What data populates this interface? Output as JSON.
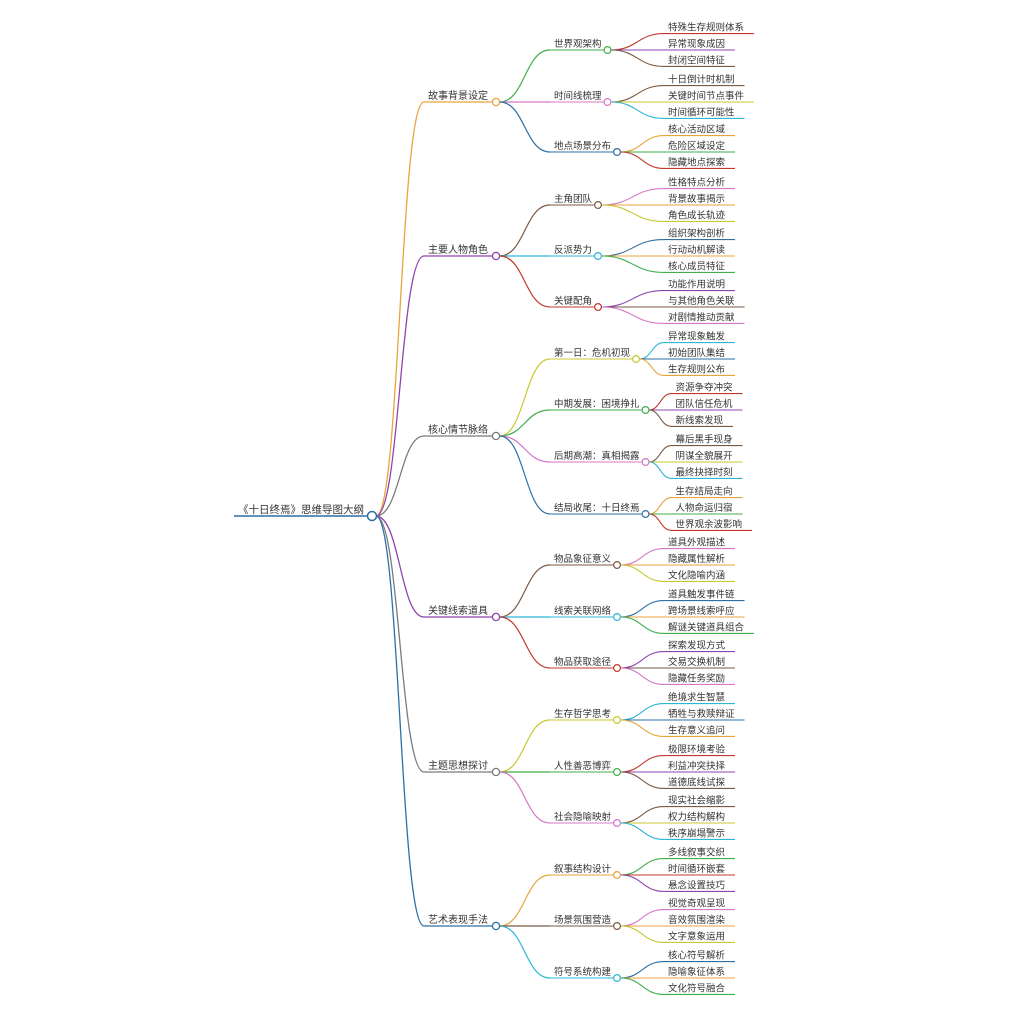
{
  "root": {
    "label": "《十日终焉》思维导图大纲",
    "color": "#2e6fa3"
  },
  "branches": [
    {
      "label": "故事背景设定",
      "color": "#e8a33d",
      "children": [
        {
          "label": "世界观架构",
          "color": "#3fae49",
          "children": [
            {
              "label": "特殊生存规则体系",
              "color": "#c0392b"
            },
            {
              "label": "异常现象成因",
              "color": "#8e44ad"
            },
            {
              "label": "封闭空间特征",
              "color": "#7b5a44"
            }
          ]
        },
        {
          "label": "时间线梳理",
          "color": "#d478c6",
          "children": [
            {
              "label": "十日倒计时机制",
              "color": "#7b5a44"
            },
            {
              "label": "关键时间节点事件",
              "color": "#c8c832"
            },
            {
              "label": "时间循环可能性",
              "color": "#2bb5d6"
            }
          ]
        },
        {
          "label": "地点场景分布",
          "color": "#2e6fa3",
          "children": [
            {
              "label": "核心活动区域",
              "color": "#e8a33d"
            },
            {
              "label": "危险区域设定",
              "color": "#3fae49"
            },
            {
              "label": "隐藏地点探索",
              "color": "#c0392b"
            }
          ]
        }
      ]
    },
    {
      "label": "主要人物角色",
      "color": "#8e44ad",
      "children": [
        {
          "label": "主角团队",
          "color": "#7b5a44",
          "children": [
            {
              "label": "性格特点分析",
              "color": "#d478c6"
            },
            {
              "label": "背景故事揭示",
              "color": "#e8a33d"
            },
            {
              "label": "角色成长轨迹",
              "color": "#c8c832"
            }
          ]
        },
        {
          "label": "反派势力",
          "color": "#2bb5d6",
          "children": [
            {
              "label": "组织架构剖析",
              "color": "#2e6fa3"
            },
            {
              "label": "行动动机解读",
              "color": "#e8a33d"
            },
            {
              "label": "核心成员特征",
              "color": "#3fae49"
            }
          ]
        },
        {
          "label": "关键配角",
          "color": "#c0392b",
          "children": [
            {
              "label": "功能作用说明",
              "color": "#8e44ad"
            },
            {
              "label": "与其他角色关联",
              "color": "#7b5a44"
            },
            {
              "label": "对剧情推动贡献",
              "color": "#d478c6"
            }
          ]
        }
      ]
    },
    {
      "label": "核心情节脉络",
      "color": "#7a7a7a",
      "children": [
        {
          "label": "第一日：危机初现",
          "color": "#c8c832",
          "children": [
            {
              "label": "异常现象触发",
              "color": "#2bb5d6"
            },
            {
              "label": "初始团队集结",
              "color": "#2e6fa3"
            },
            {
              "label": "生存规则公布",
              "color": "#e8a33d"
            }
          ]
        },
        {
          "label": "中期发展：困境挣扎",
          "color": "#3fae49",
          "children": [
            {
              "label": "资源争夺冲突",
              "color": "#c0392b"
            },
            {
              "label": "团队信任危机",
              "color": "#8e44ad"
            },
            {
              "label": "新线索发现",
              "color": "#7b5a44"
            }
          ]
        },
        {
          "label": "后期高潮：真相揭露",
          "color": "#d478c6",
          "children": [
            {
              "label": "幕后黑手现身",
              "color": "#7b5a44"
            },
            {
              "label": "阴谋全貌展开",
              "color": "#c8c832"
            },
            {
              "label": "最终抉择时刻",
              "color": "#2bb5d6"
            }
          ]
        },
        {
          "label": "结局收尾：十日终焉",
          "color": "#2e6fa3",
          "children": [
            {
              "label": "生存结局走向",
              "color": "#e8a33d"
            },
            {
              "label": "人物命运归宿",
              "color": "#3fae49"
            },
            {
              "label": "世界观余波影响",
              "color": "#c0392b"
            }
          ]
        }
      ]
    },
    {
      "label": "关键线索道具",
      "color": "#8e44ad",
      "children": [
        {
          "label": "物品象征意义",
          "color": "#7b5a44",
          "children": [
            {
              "label": "道具外观描述",
              "color": "#d478c6"
            },
            {
              "label": "隐藏属性解析",
              "color": "#e8a33d"
            },
            {
              "label": "文化隐喻内涵",
              "color": "#c8c832"
            }
          ]
        },
        {
          "label": "线索关联网络",
          "color": "#2bb5d6",
          "children": [
            {
              "label": "道具触发事件链",
              "color": "#2e6fa3"
            },
            {
              "label": "跨场景线索呼应",
              "color": "#e8a33d"
            },
            {
              "label": "解谜关键道具组合",
              "color": "#3fae49"
            }
          ]
        },
        {
          "label": "物品获取途径",
          "color": "#c0392b",
          "children": [
            {
              "label": "探索发现方式",
              "color": "#8e44ad"
            },
            {
              "label": "交易交换机制",
              "color": "#7b5a44"
            },
            {
              "label": "隐藏任务奖励",
              "color": "#d478c6"
            }
          ]
        }
      ]
    },
    {
      "label": "主题思想探讨",
      "color": "#7a7a7a",
      "children": [
        {
          "label": "生存哲学思考",
          "color": "#c8c832",
          "children": [
            {
              "label": "绝境求生智慧",
              "color": "#2bb5d6"
            },
            {
              "label": "牺牲与救赎辩证",
              "color": "#2e6fa3"
            },
            {
              "label": "生存意义追问",
              "color": "#e8a33d"
            }
          ]
        },
        {
          "label": "人性善恶博弈",
          "color": "#3fae49",
          "children": [
            {
              "label": "极限环境考验",
              "color": "#c0392b"
            },
            {
              "label": "利益冲突抉择",
              "color": "#8e44ad"
            },
            {
              "label": "道德底线试探",
              "color": "#7b5a44"
            }
          ]
        },
        {
          "label": "社会隐喻映射",
          "color": "#d478c6",
          "children": [
            {
              "label": "现实社会缩影",
              "color": "#7b5a44"
            },
            {
              "label": "权力结构解构",
              "color": "#c8c832"
            },
            {
              "label": "秩序崩塌警示",
              "color": "#2bb5d6"
            }
          ]
        }
      ]
    },
    {
      "label": "艺术表现手法",
      "color": "#2e6fa3",
      "children": [
        {
          "label": "叙事结构设计",
          "color": "#e8a33d",
          "children": [
            {
              "label": "多线叙事交织",
              "color": "#3fae49"
            },
            {
              "label": "时间循环嵌套",
              "color": "#c0392b"
            },
            {
              "label": "悬念设置技巧",
              "color": "#8e44ad"
            }
          ]
        },
        {
          "label": "场景氛围营造",
          "color": "#7b5a44",
          "children": [
            {
              "label": "视觉奇观呈现",
              "color": "#d478c6"
            },
            {
              "label": "音效氛围渲染",
              "color": "#e8a33d"
            },
            {
              "label": "文字意象运用",
              "color": "#c8c832"
            }
          ]
        },
        {
          "label": "符号系统构建",
          "color": "#2bb5d6",
          "children": [
            {
              "label": "核心符号解析",
              "color": "#2e6fa3"
            },
            {
              "label": "隐喻象征体系",
              "color": "#e8a33d"
            },
            {
              "label": "文化符号融合",
              "color": "#3fae49"
            }
          ]
        }
      ]
    }
  ]
}
